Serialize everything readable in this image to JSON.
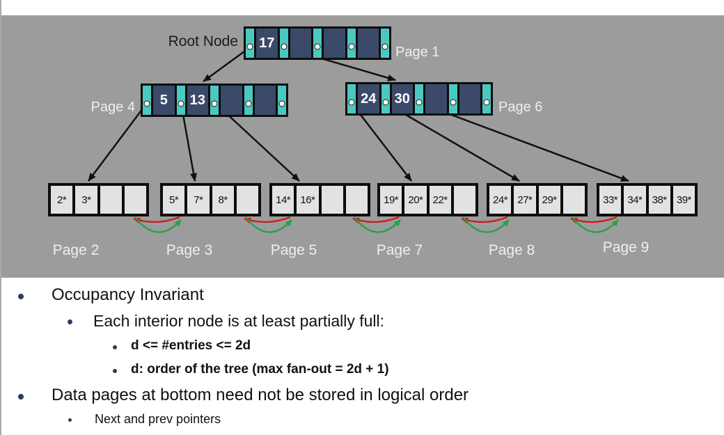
{
  "slide": {
    "colors": {
      "panel_gray": "#9C9C9C",
      "node_navy": "#3B4A68",
      "pointer_teal": "#4CC8C0",
      "leaf_cell_gray": "#E2E2E2",
      "arrow_black": "#111111",
      "arrow_red": "#CC1F1F",
      "arrow_green": "#27A347",
      "bullet_navy": "#2A3C5E"
    },
    "diagram": {
      "root_label": "Root Node",
      "interior_nodes": [
        {
          "id": "page1",
          "label": "Page 1",
          "keys": [
            "17",
            "",
            "",
            ""
          ]
        },
        {
          "id": "page4",
          "label": "Page 4",
          "keys": [
            "5",
            "13",
            "",
            ""
          ]
        },
        {
          "id": "page6",
          "label": "Page 6",
          "keys": [
            "24",
            "30",
            "",
            ""
          ]
        }
      ],
      "leaf_nodes": [
        {
          "label": "Page 2",
          "cells": [
            "2*",
            "3*",
            "",
            ""
          ]
        },
        {
          "label": "Page 3",
          "cells": [
            "5*",
            "7*",
            "8*",
            ""
          ]
        },
        {
          "label": "Page 5",
          "cells": [
            "14*",
            "16*",
            "",
            ""
          ]
        },
        {
          "label": "Page 7",
          "cells": [
            "19*",
            "20*",
            "22*",
            ""
          ]
        },
        {
          "label": "Page 8",
          "cells": [
            "24*",
            "27*",
            "29*",
            ""
          ]
        },
        {
          "label": "Page 9",
          "cells": [
            "33*",
            "34*",
            "38*",
            "39*"
          ]
        }
      ]
    },
    "bullets": [
      {
        "text": "Occupancy Invariant"
      },
      {
        "text": "Each interior node is at least partially full:"
      },
      {
        "text": "d <= #entries <= 2d"
      },
      {
        "text": "d: order of the tree (max fan-out = 2d + 1)"
      },
      {
        "text": "Data pages at bottom need not be stored in logical order"
      },
      {
        "text": "Next and prev pointers"
      }
    ]
  }
}
